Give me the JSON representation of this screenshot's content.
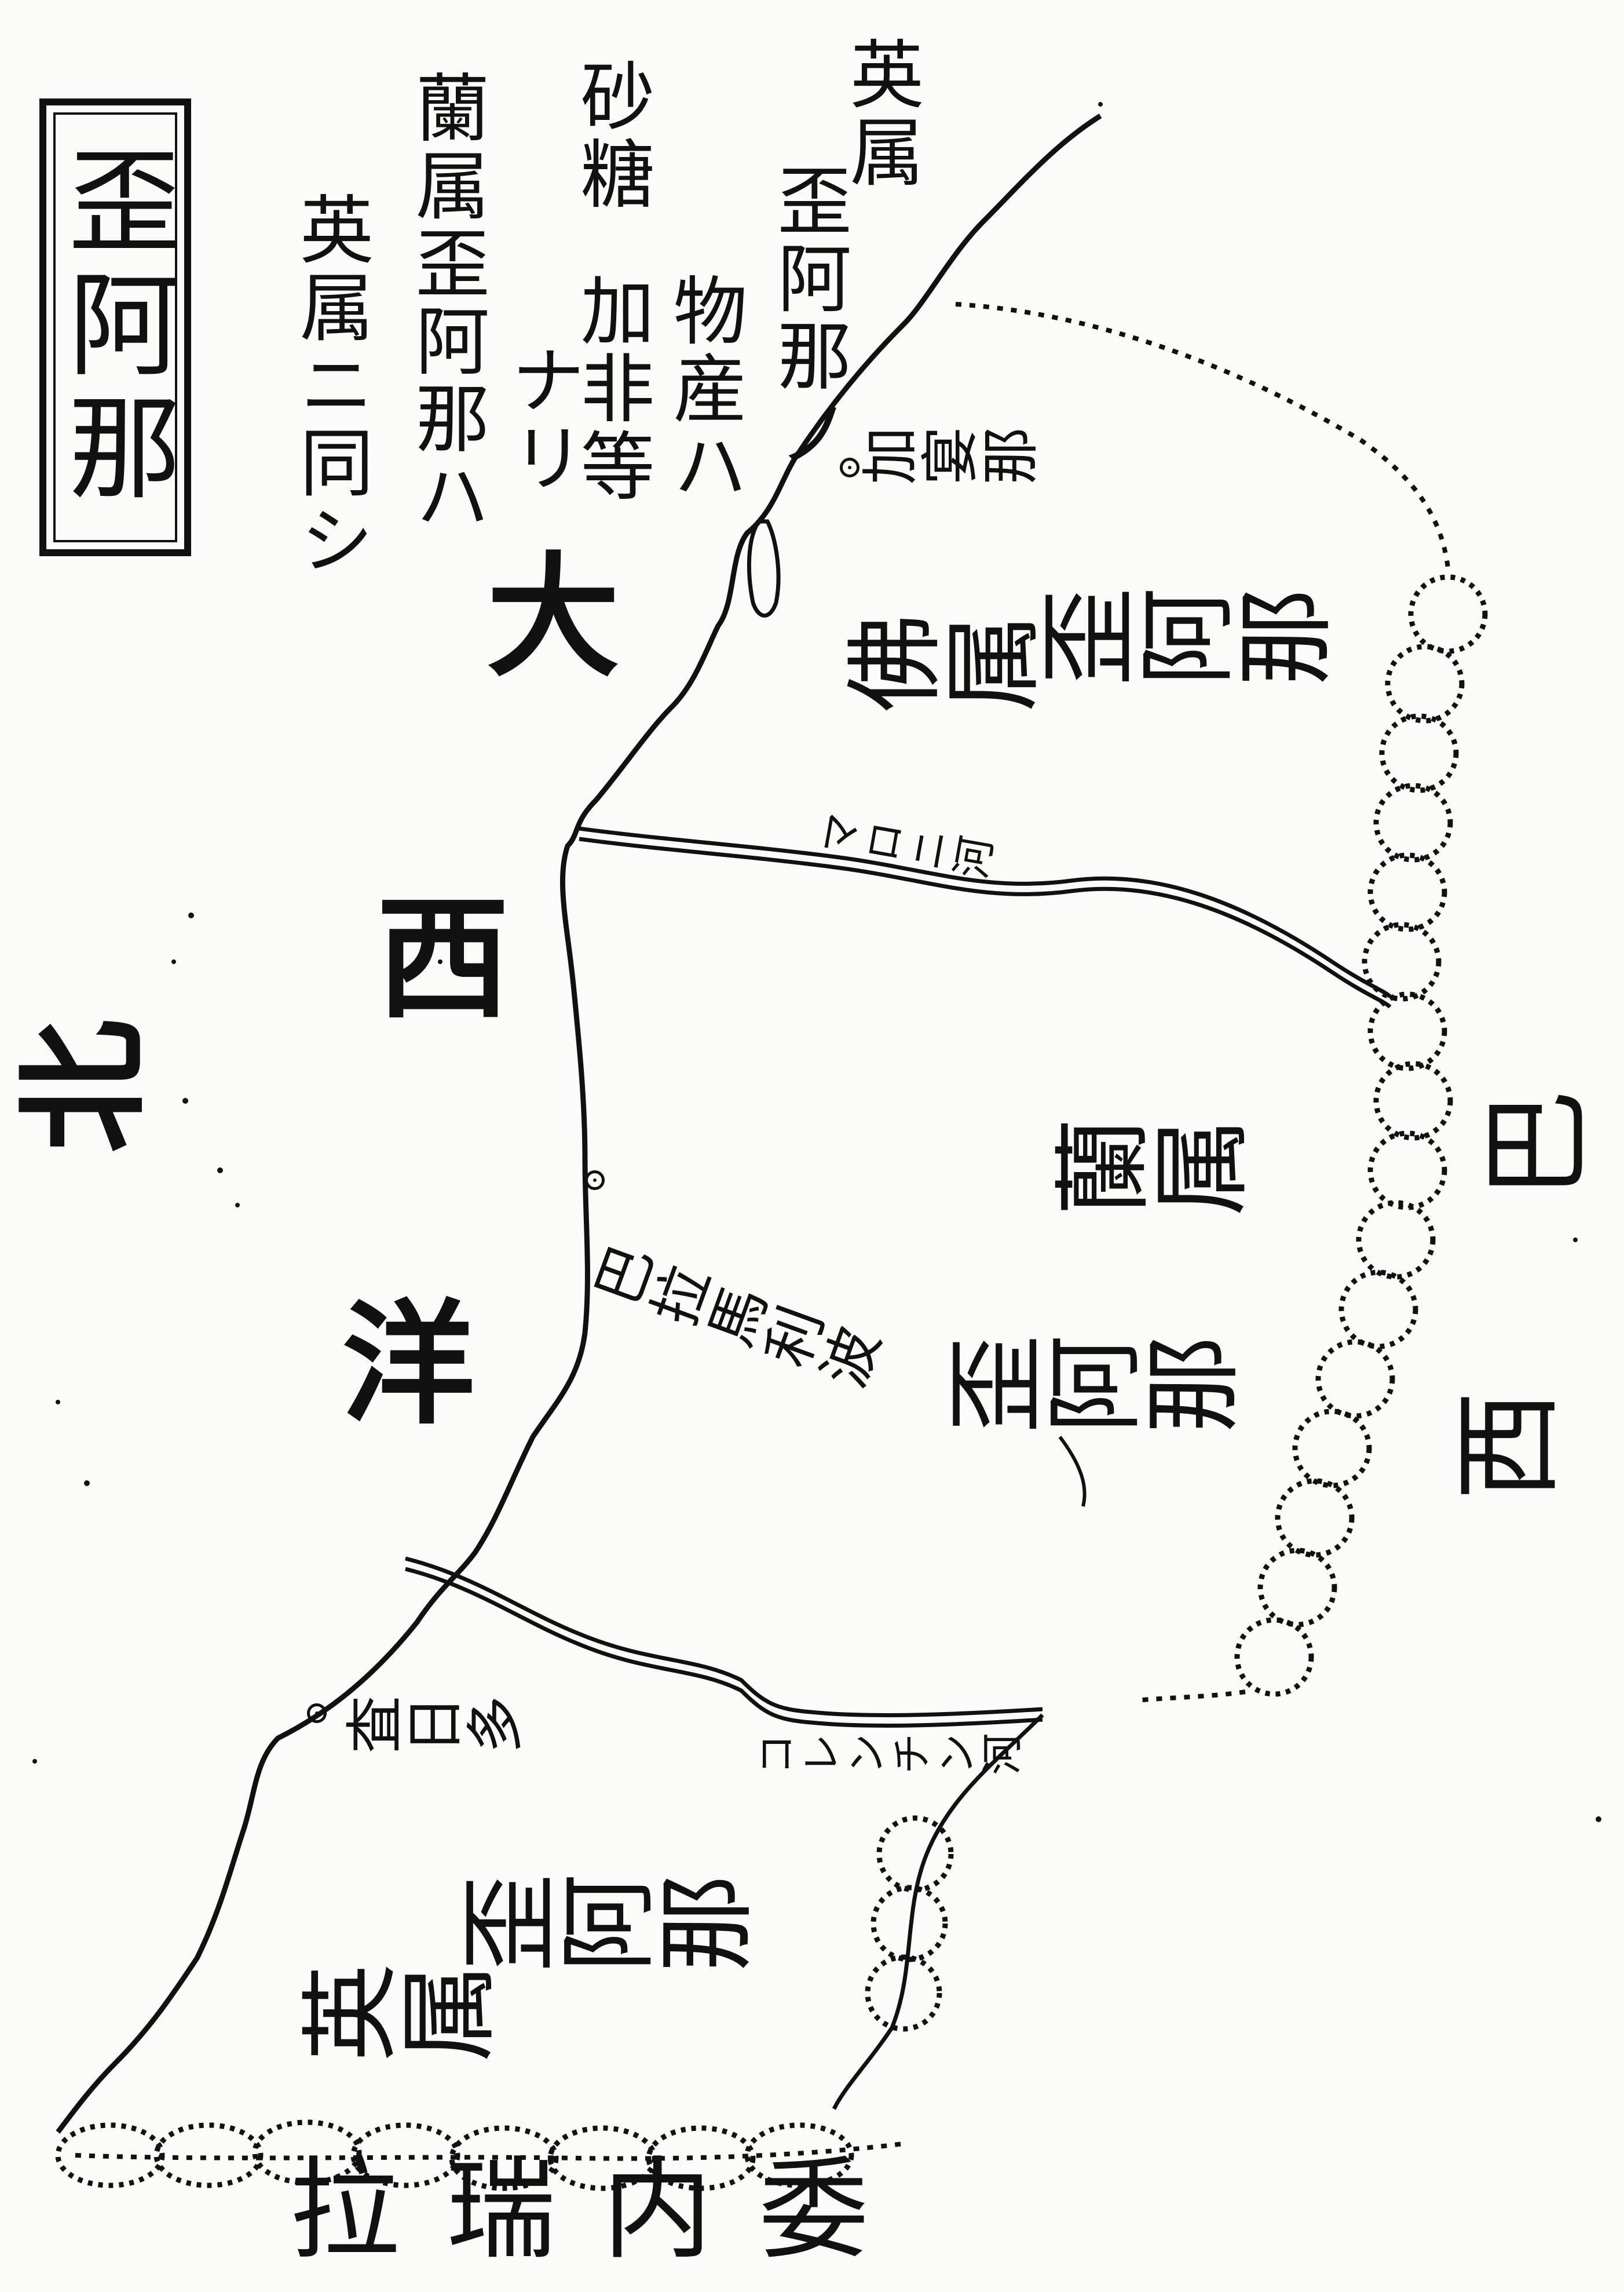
{
  "title": "歪阿那",
  "notes": {
    "col1": "英属",
    "col2": "歪阿那ノ",
    "col3": "物産ハ",
    "col4": "砂糖",
    "col5": "加非等",
    "col6": "ナリ",
    "col7": "蘭属歪阿那ハ",
    "col8": "英属ニ同シ"
  },
  "ocean": {
    "char1": "大",
    "char2": "西",
    "char3": "洋",
    "north": "北"
  },
  "regions": {
    "french_line1": "佛属",
    "french_line2": "歪阿那",
    "dutch_line1": "蘭属",
    "dutch_line2": "歪阿那",
    "british_line1": "英属",
    "british_line2": "歪阿那"
  },
  "cities": {
    "cayenne": "加宴那",
    "paramaribo": "巴拉馬利波",
    "georgetown": "査日多"
  },
  "rivers": {
    "maroni": "マロニ河",
    "corentyne": "コレンチン河"
  },
  "neighbors": {
    "brazil_char1": "巴",
    "brazil_char2": "西",
    "venezuela": "委内瑞拉"
  }
}
